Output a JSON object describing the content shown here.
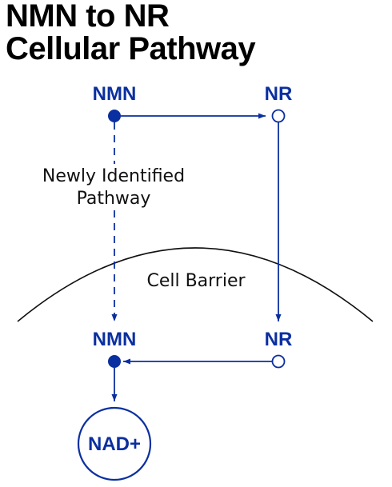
{
  "title": {
    "line1": "NMN to NR",
    "line2": "Cellular Pathway"
  },
  "nodes": {
    "nmn_outside": "NMN",
    "nr_outside": "NR",
    "nmn_inside": "NMN",
    "nr_inside": "NR",
    "nad": "NAD+"
  },
  "labels": {
    "newly_identified_line1": "Newly Identified",
    "newly_identified_line2": "Pathway",
    "cell_barrier": "Cell Barrier"
  },
  "colors": {
    "accent": "#0a2fa0",
    "text": "#000000",
    "background": "#ffffff"
  }
}
